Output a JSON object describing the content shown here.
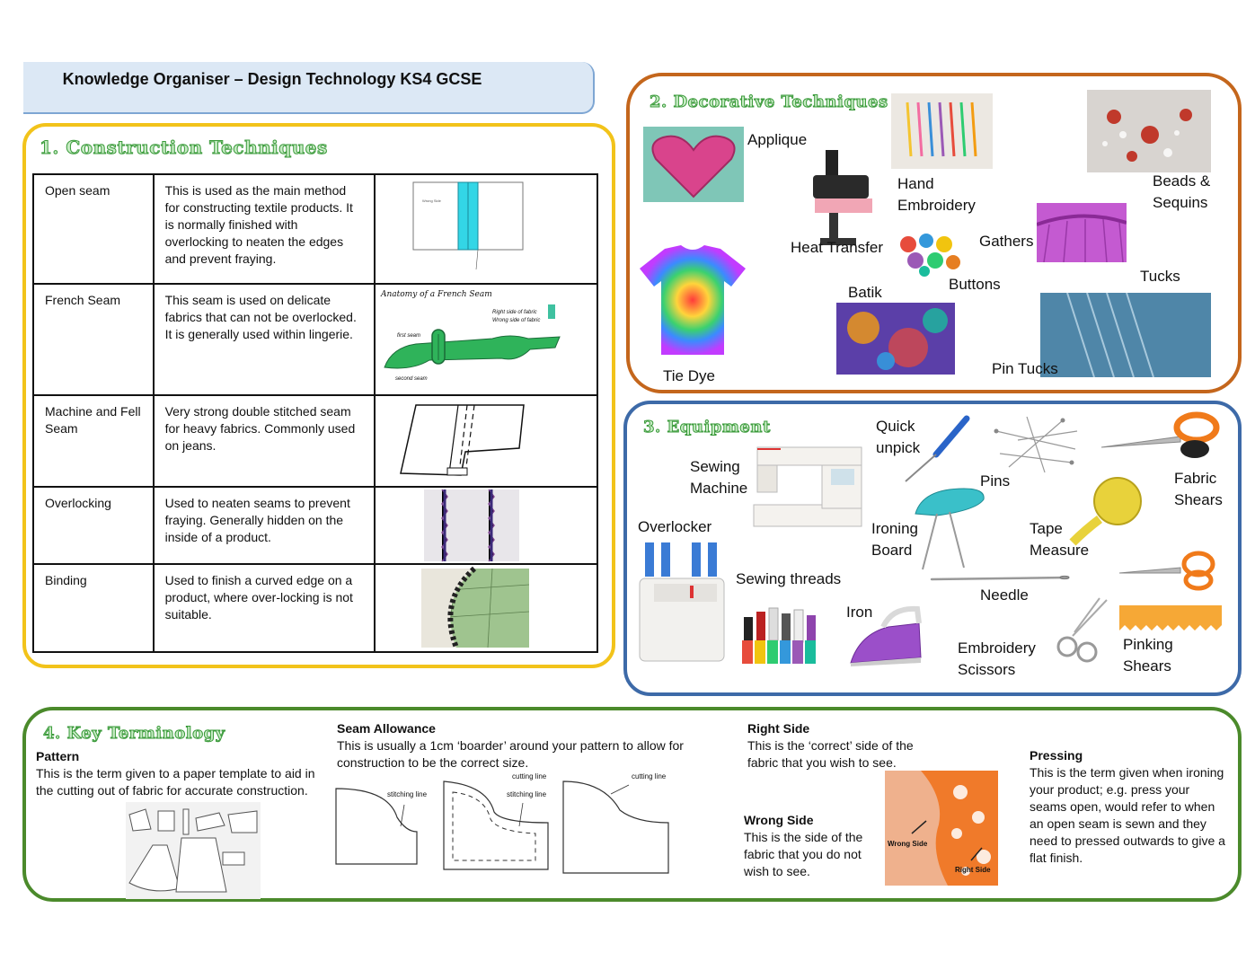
{
  "header": {
    "title": "Knowledge Organiser – Design Technology KS4 GCSE"
  },
  "construction": {
    "title": "1. Construction Techniques",
    "rows": [
      {
        "name": "Open seam",
        "description": "This is used as the main method for constructing textile products. It is normally finished with overlocking to neaten the edges and prevent fraying."
      },
      {
        "name": "French Seam",
        "description": "This seam is used on delicate fabrics that can not be overlocked. It is generally used within lingerie."
      },
      {
        "name": "Machine and Fell Seam",
        "description": "Very strong double stitched seam for heavy fabrics. Commonly used on jeans."
      },
      {
        "name": "Overlocking",
        "description": "Used to neaten seams to prevent fraying. Generally hidden on the inside of a product."
      },
      {
        "name": "Binding",
        "description": "Used to finish a curved edge on a product, where over-locking is not suitable."
      }
    ],
    "french_diagram": {
      "title": "Anatomy of a French Seam",
      "right_side": "Right side of fabric",
      "wrong_side": "Wrong side of fabric",
      "first_seam": "first seam",
      "second_seam": "second seam"
    }
  },
  "decorative": {
    "title": "2. Decorative Techniques",
    "items": {
      "applique": "Applique",
      "hand_embroidery": "Hand Embroidery",
      "beads": "Beads & Sequins",
      "heat_transfer": "Heat Transfer",
      "gathers": "Gathers",
      "buttons": "Buttons",
      "tucks": "Tucks",
      "batik": "Batik",
      "tie_dye": "Tie Dye",
      "pin_tucks": "Pin Tucks"
    }
  },
  "equipment": {
    "title": "3. Equipment",
    "items": {
      "quick_unpick": "Quick unpick",
      "sewing_machine": "Sewing Machine",
      "pins": "Pins",
      "fabric_shears": "Fabric Shears",
      "overlocker": "Overlocker",
      "ironing_board": "Ironing Board",
      "tape_measure": "Tape Measure",
      "sewing_threads": "Sewing threads",
      "needle": "Needle",
      "iron": "Iron",
      "embroidery_scissors": "Embroidery Scissors",
      "pinking_shears": "Pinking Shears"
    }
  },
  "terminology": {
    "title": "4. Key Terminology",
    "pattern": {
      "heading": "Pattern",
      "text": "This is the term given to a paper template to aid in the cutting out of fabric for accurate construction."
    },
    "seam_allowance": {
      "heading": "Seam Allowance",
      "text": "This is usually a 1cm ‘boarder’ around your pattern to allow for construction to be the correct size.",
      "stitching_line": "stitching line",
      "cutting_line": "cutting line"
    },
    "right_side": {
      "heading": "Right Side",
      "text": "This is the ‘correct’ side of the fabric that you wish to see.",
      "photo_label": "Right Side"
    },
    "wrong_side": {
      "heading": "Wrong Side",
      "text": "This is the side of the fabric that you do not wish to see.",
      "photo_label": "Wrong Side"
    },
    "pressing": {
      "heading": "Pressing",
      "text": "This is the term given when ironing your product; e.g. press your seams open, would refer to when an open seam is sewn and they need to pressed outwards to give a flat finish."
    }
  }
}
